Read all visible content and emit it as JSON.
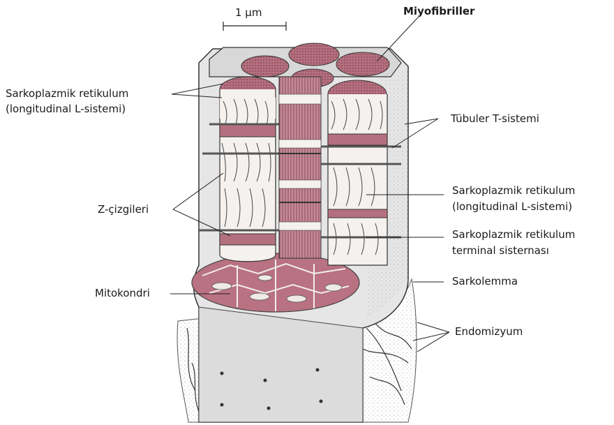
{
  "scale_bar": {
    "label": "1 μm"
  },
  "labels": {
    "miyofibriller": "Miyofibriller",
    "sr_left_line1": "Sarkoplazmik retikulum",
    "sr_left_line2": "(longitudinal L-sistemi)",
    "tubuler": "Tübuler T-sistemi",
    "z_cizgileri": "Z-çizgileri",
    "sr_right_line1": "Sarkoplazmik retikulum",
    "sr_right_line2": "(longitudinal L-sistemi)",
    "sr_terminal_line1": "Sarkoplazmik retikulum",
    "sr_terminal_line2": "terminal sisternası",
    "mitokondri": "Mitokondri",
    "sarkolemma": "Sarkolemma",
    "endomizyum": "Endomizyum"
  },
  "colors": {
    "myofibril_fill": "#b5707f",
    "myofibril_dark": "#8a4a5a",
    "sheath_fill": "#e4e4e4",
    "reticulum_fill": "#f4f1ee",
    "outline": "#3a3a3a",
    "leader_line": "#222222"
  }
}
